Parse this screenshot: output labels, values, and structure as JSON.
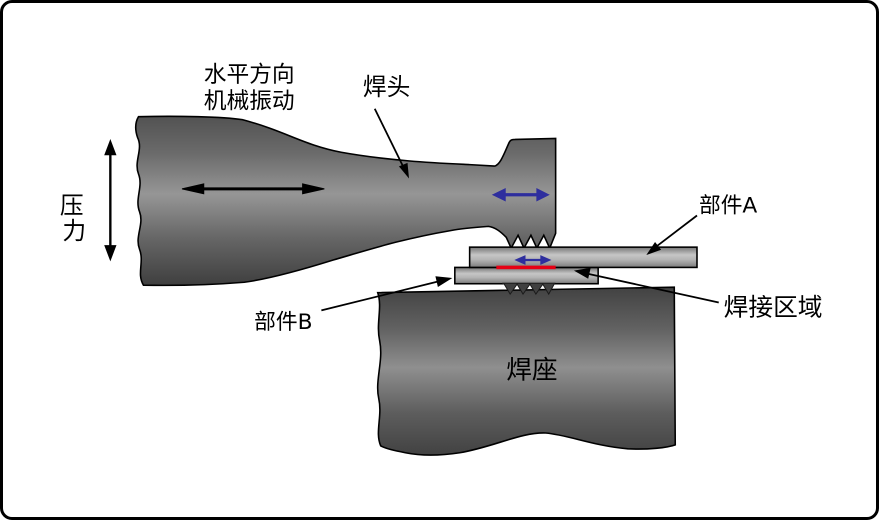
{
  "diagram": {
    "type": "ultrasonic-welding-schematic",
    "labels": {
      "vibration": {
        "line1": "水平方向",
        "line2": "机械振动"
      },
      "horn": "焊头",
      "pressure": {
        "line1": "压",
        "line2": "力"
      },
      "part_a": "部件A",
      "part_b": "部件B",
      "weld_zone": "焊接区域",
      "anvil": "焊座"
    },
    "colors": {
      "background": "#ffffff",
      "border": "#000000",
      "text": "#000000",
      "arrow_black": "#000000",
      "arrow_blue": "#2e2e9e",
      "weld_red": "#e60014",
      "metal_dark": "#474747",
      "metal_light": "#969696",
      "bar_light": "#c6c6c6"
    }
  }
}
